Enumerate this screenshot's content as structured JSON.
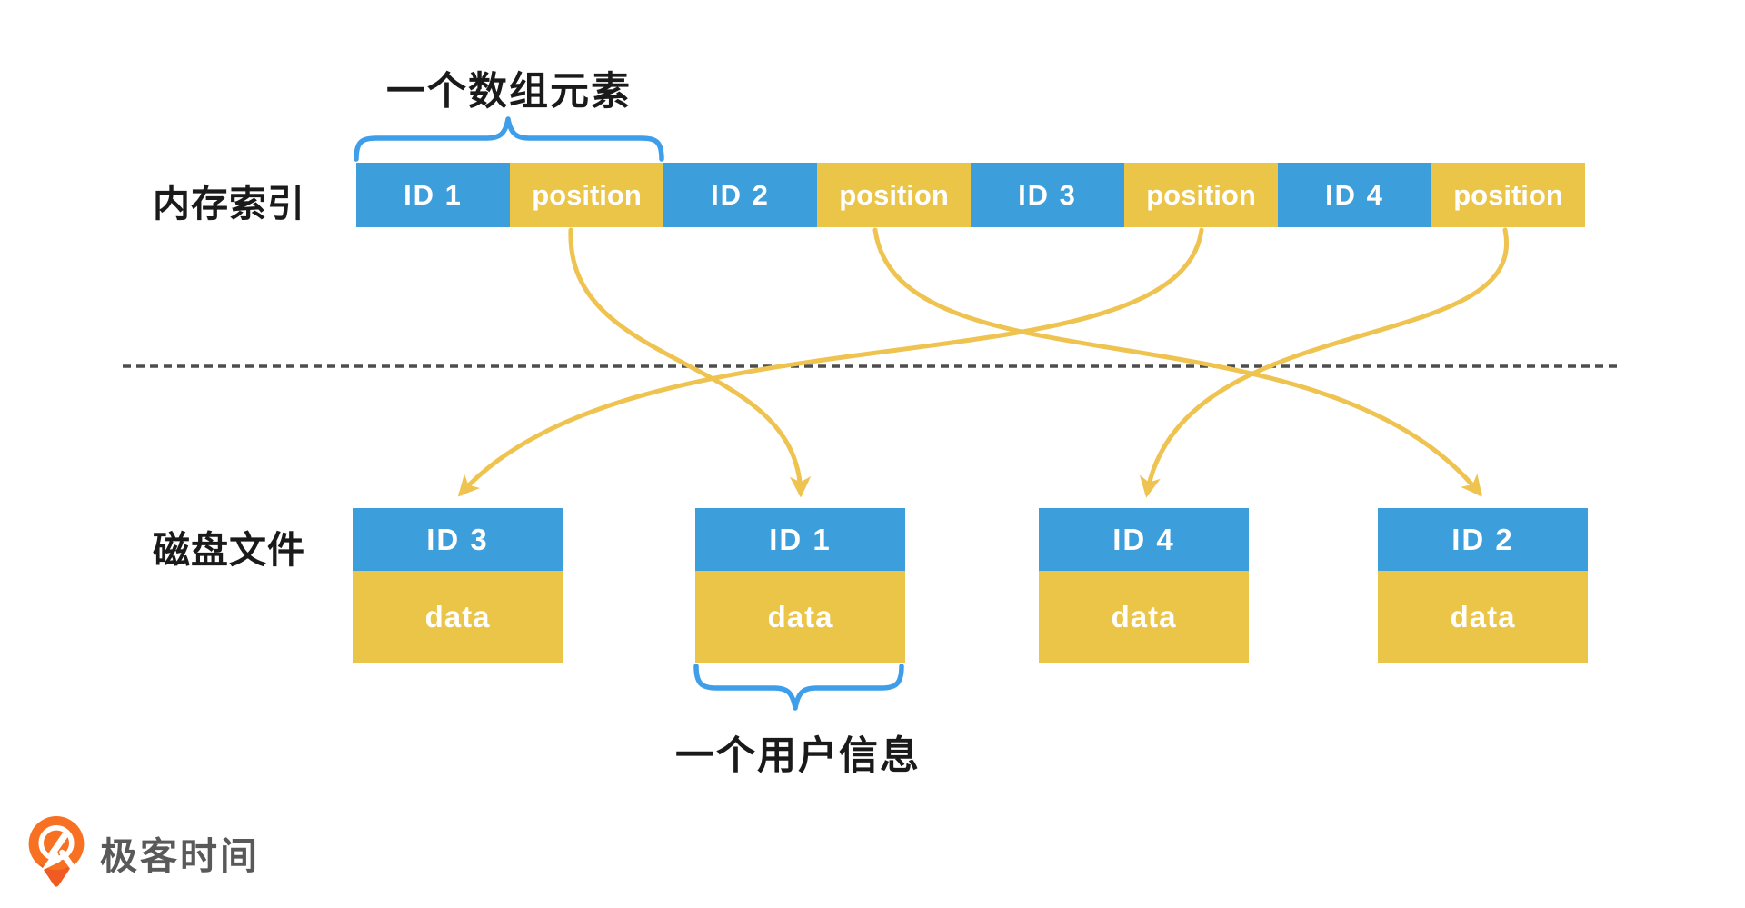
{
  "diagram": {
    "memory_index": {
      "label": "内存索引",
      "element_brace_caption": "一个数组元素",
      "cells": [
        {
          "label": "ID 1"
        },
        {
          "label": "position"
        },
        {
          "label": "ID 2"
        },
        {
          "label": "position"
        },
        {
          "label": "ID 3"
        },
        {
          "label": "position"
        },
        {
          "label": "ID 4"
        },
        {
          "label": "position"
        }
      ]
    },
    "disk_file": {
      "label": "磁盘文件",
      "record_brace_caption": "一个用户信息",
      "blocks": [
        {
          "id": "ID 3",
          "body": "data"
        },
        {
          "id": "ID 1",
          "body": "data"
        },
        {
          "id": "ID 4",
          "body": "data"
        },
        {
          "id": "ID 2",
          "body": "data"
        }
      ]
    },
    "arrows": [
      {
        "from": "position of ID 1",
        "to": "disk block ID 1"
      },
      {
        "from": "position of ID 2",
        "to": "disk block ID 2"
      },
      {
        "from": "position of ID 3",
        "to": "disk block ID 3"
      },
      {
        "from": "position of ID 4",
        "to": "disk block ID 4"
      }
    ]
  },
  "branding": {
    "logo_text": "极客时间"
  },
  "colors": {
    "cell_blue": "#3D9EDC",
    "cell_yellow": "#EBC548",
    "arrow_yellow": "#EFC350",
    "brace_blue": "#3E9EE9",
    "dash_gray": "#4D4D4D",
    "label_black": "#1A1A1A",
    "cell_text_white": "#FFFFFF",
    "logo_orange": "#F87122",
    "logo_tail_orange": "#EF5B22",
    "logo_text_gray": "#595959",
    "background": "#FFFFFF"
  }
}
